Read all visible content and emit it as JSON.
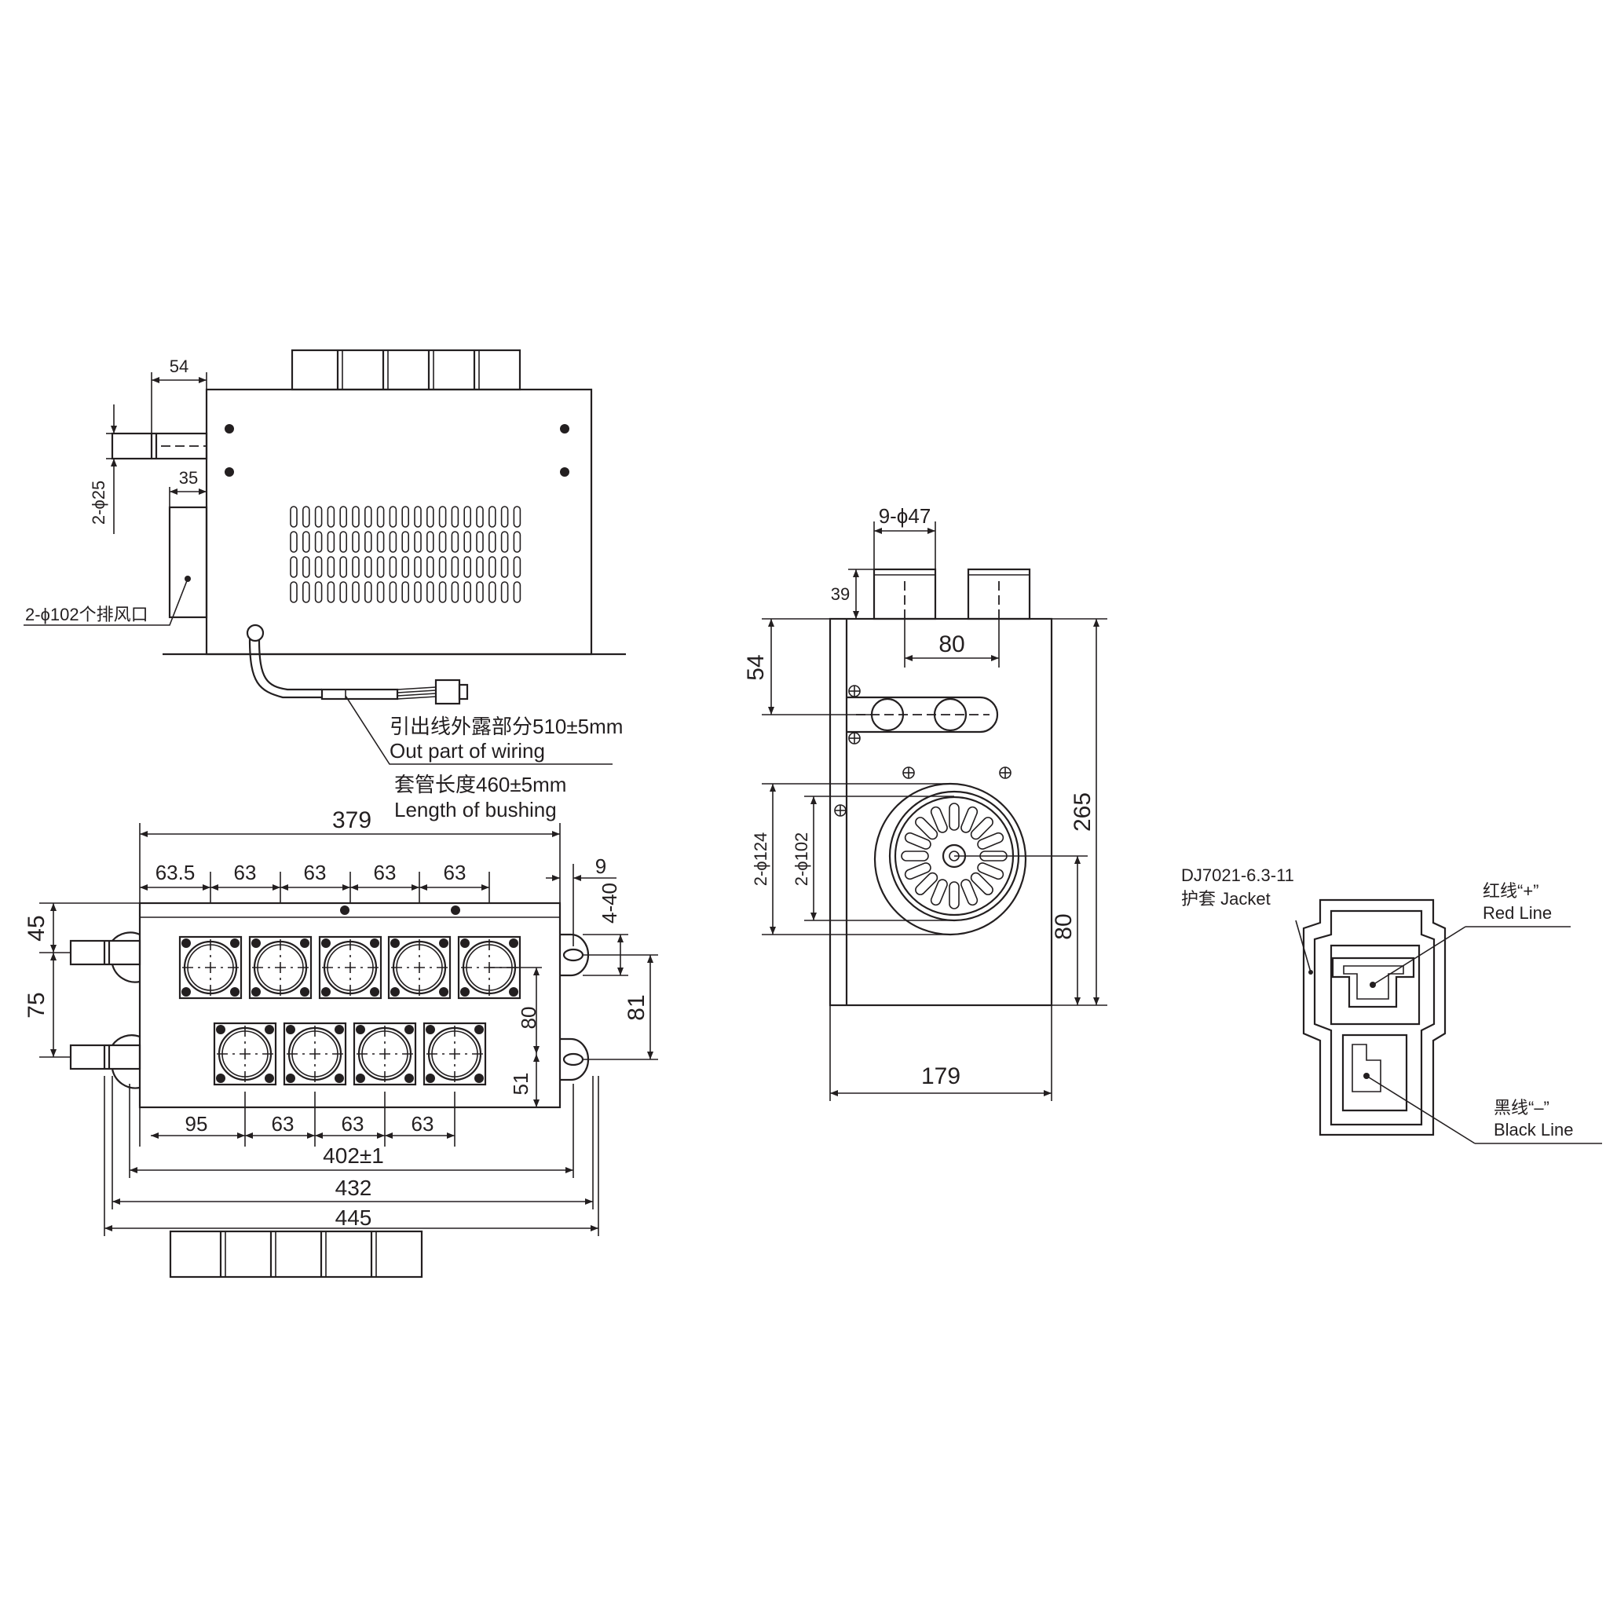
{
  "top_view": {
    "dim_pipe_len": "54",
    "dim_pipe_dia": "2-ϕ25",
    "dim_vent_w": "35",
    "vent_label": "2-ϕ102个排风口",
    "wire_cn": "引出线外露部分510±5mm",
    "wire_en": "Out part of wiring",
    "bushing_cn": "套管长度460±5mm",
    "bushing_en": "Length of bushing"
  },
  "front_view": {
    "dim_total_top": "379",
    "dim_pitch_first": "63.5",
    "dim_pitch": [
      "63",
      "63",
      "63",
      "63"
    ],
    "dim_right_9": "9",
    "dim_right_holes": "4-40",
    "dim_left_45": "45",
    "dim_left_75": "75",
    "dim_80": "80",
    "dim_81": "81",
    "dim_51": "51",
    "dim_bottom_95": "95",
    "dim_bottom_pitch": [
      "63",
      "63",
      "63"
    ],
    "dim_mount": "402±1",
    "dim_432": "432",
    "dim_445": "445"
  },
  "side_view": {
    "dim_outlets": "9-ϕ47",
    "dim_39": "39",
    "dim_80_top": "80",
    "dim_54": "54",
    "dim_dia124": "2-ϕ124",
    "dim_dia102": "2-ϕ102",
    "dim_265": "265",
    "dim_80_right": "80",
    "dim_179": "179"
  },
  "connector": {
    "model": "DJ7021-6.3-11",
    "jacket": "护套 Jacket",
    "red_cn": "红线“+”",
    "red_en": "Red Line",
    "black_cn": "黑线“–”",
    "black_en": "Black Line"
  }
}
